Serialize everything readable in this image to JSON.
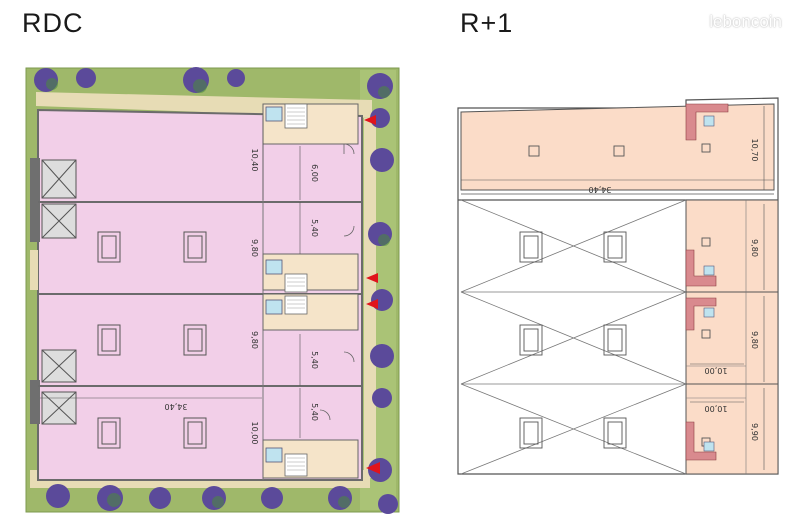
{
  "titles": {
    "ground": "RDC",
    "upper": "R+1"
  },
  "watermark": "leboncoin",
  "ground_floor": {
    "dims": {
      "unit1_depth": "10,40",
      "unit1_office": "6,00",
      "unit2_office": "5,40",
      "unit2_depth": "9,80",
      "unit3_depth": "9,80",
      "unit3_office": "5,40",
      "unit4_office": "5,40",
      "unit4_depth": "10,00",
      "length": "34,40"
    }
  },
  "upper_floor": {
    "dims": {
      "top_length": "34,40",
      "top_depth": "10,70",
      "unit2_depth": "9,80",
      "unit3_depth": "9,80",
      "unit3_width": "10,00",
      "unit4_width": "10,00",
      "unit4_depth": "9,90"
    }
  },
  "colors": {
    "warehouse": "#f2cfe8",
    "mezzanine": "#fbdcc8",
    "lawn": "#9fb86a",
    "tree": "#5b4a9a",
    "wall": "#6b6b6b",
    "arrow": "#e0141c"
  }
}
